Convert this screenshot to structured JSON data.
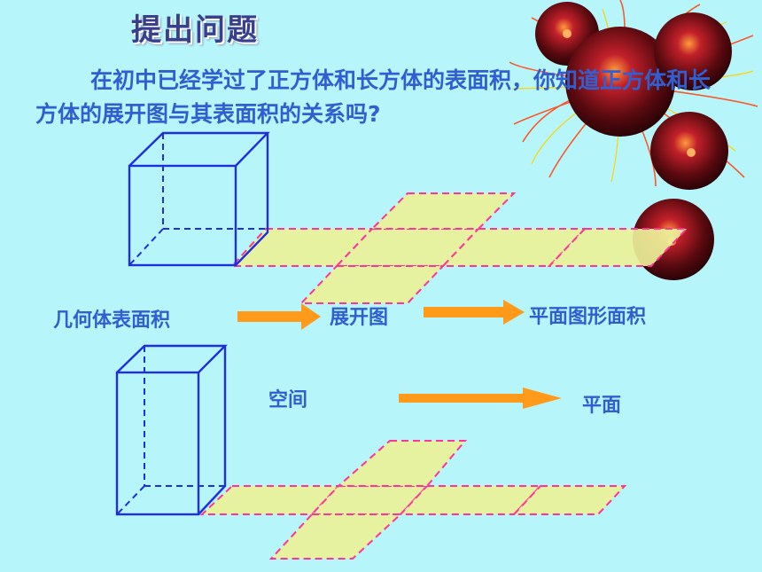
{
  "slide": {
    "title": "提出问题",
    "intro": "在初中已经学过了正方体和长方体的表面积，你知道正方体和长方体的展开图与其表面积的关系吗?",
    "labels": {
      "solid_area": "几何体表面积",
      "unfolding": "展开图",
      "plane_area": "平面图形面积",
      "space": "空间",
      "plane": "平面"
    }
  },
  "colors": {
    "background": "#b6f6fb",
    "solid_edges": "#1f2fe0",
    "net_fill": "#ecf199",
    "net_edges": "#ff3399",
    "arrow": "#ff9a1a",
    "text": "#2f5fd0"
  },
  "icons": [
    "fireworks-decoration",
    "orange-arrow"
  ]
}
